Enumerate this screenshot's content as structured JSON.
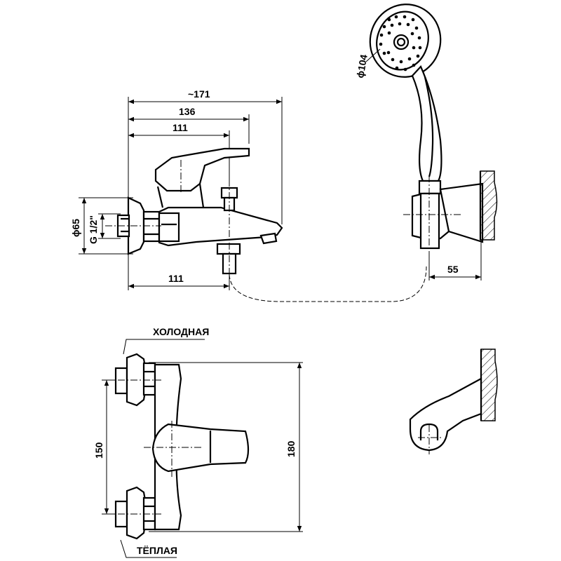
{
  "dimensions": {
    "overall_length": "~171",
    "length_136": "136",
    "length_111_top": "111",
    "length_111_bottom": "111",
    "diameter_flange": "ϕ65",
    "thread": "G 1/2\"",
    "diameter_shower": "ϕ104",
    "holder_offset": "55",
    "inlet_spacing": "150",
    "depth_180": "180"
  },
  "labels": {
    "cold": "ХОЛОДНАЯ",
    "warm": "ТЁПЛАЯ"
  }
}
